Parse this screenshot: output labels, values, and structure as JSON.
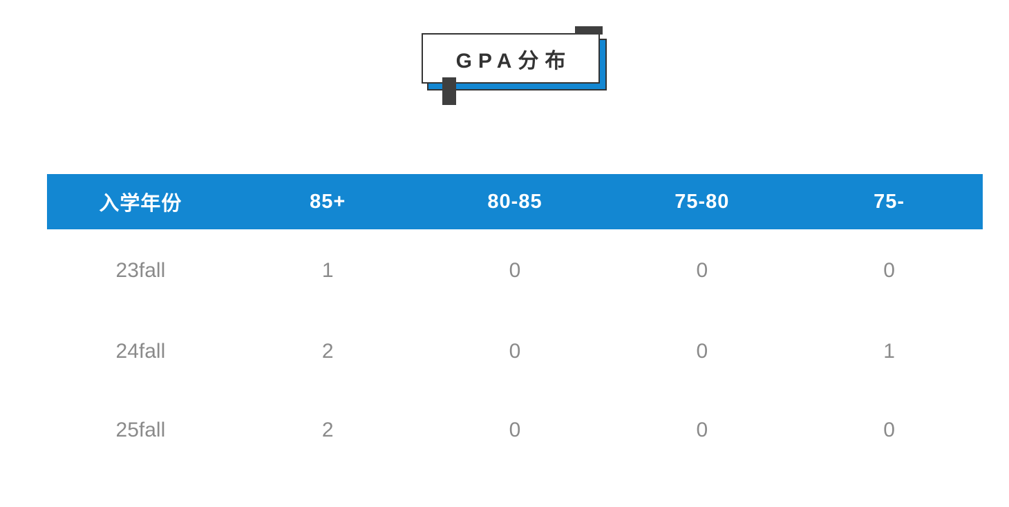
{
  "title": "GPA分布",
  "colors": {
    "accent": "#1387d2",
    "dark": "#3f3f3f",
    "cell_text": "#8a8a8a",
    "header_text": "#ffffff"
  },
  "table": {
    "headers": [
      "入学年份",
      "85+",
      "80-85",
      "75-80",
      "75-"
    ],
    "rows": [
      [
        "23fall",
        "1",
        "0",
        "0",
        "0"
      ],
      [
        "24fall",
        "2",
        "0",
        "0",
        "1"
      ],
      [
        "25fall",
        "2",
        "0",
        "0",
        "0"
      ]
    ]
  }
}
